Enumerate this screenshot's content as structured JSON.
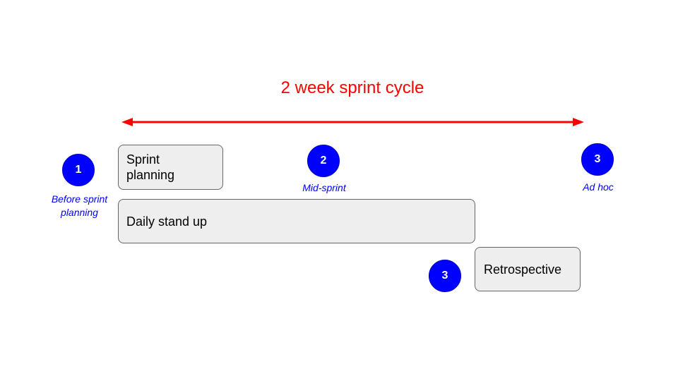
{
  "title": "2 week sprint cycle",
  "colors": {
    "title": "#ff0000",
    "arrow": "#ff0000",
    "marker_fill": "#0000ff",
    "caption": "#0000ff",
    "box_fill": "#eeeeee",
    "box_border": "#666666"
  },
  "arrow": {
    "type": "double-headed"
  },
  "activities": {
    "sprint_planning": "Sprint planning",
    "daily_standup": "Daily stand up",
    "retrospective": "Retrospective"
  },
  "markers": {
    "before": {
      "number": "1",
      "caption": "Before sprint planning"
    },
    "mid": {
      "number": "2",
      "caption": "Mid-sprint"
    },
    "adhoc": {
      "number": "3",
      "caption": "Ad hoc"
    },
    "retro": {
      "number": "3"
    }
  }
}
